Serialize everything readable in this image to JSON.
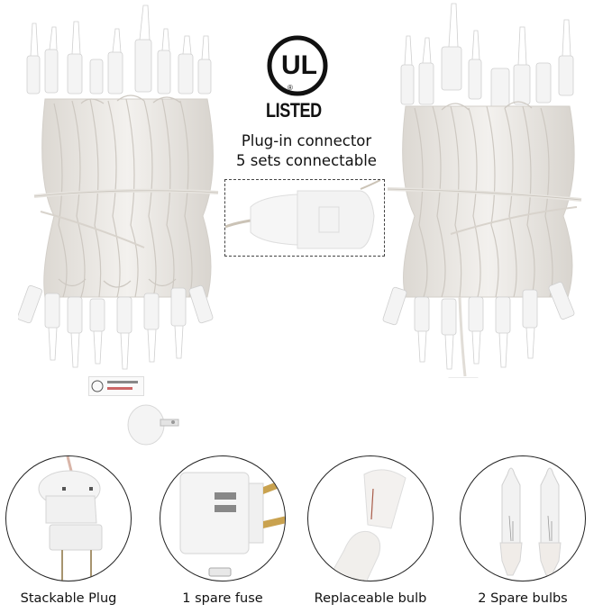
{
  "certification": {
    "logo_icon": "ul-listed-logo",
    "logo_letters": "UL",
    "registered_mark": "®",
    "label": "LISTED"
  },
  "connector": {
    "caption_line1": "Plug-in connector",
    "caption_line2": "5 sets connectable"
  },
  "features": [
    {
      "icon": "stackable-plug-icon",
      "label": "Stackable Plug"
    },
    {
      "icon": "spare-fuse-icon",
      "label": "1 spare fuse"
    },
    {
      "icon": "replaceable-bulb-icon",
      "label": "Replaceable bulb"
    },
    {
      "icon": "spare-bulbs-icon",
      "label": "2 Spare bulbs"
    }
  ],
  "colors": {
    "background": "#ffffff",
    "wire": "#e9e6e1",
    "text": "#111111",
    "outline": "#222222"
  }
}
